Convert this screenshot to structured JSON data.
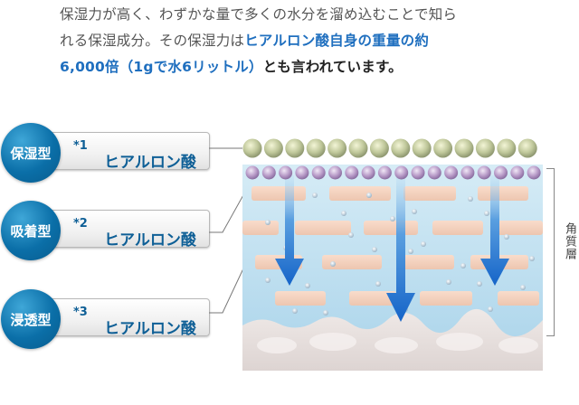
{
  "intro": {
    "line1": "保湿力が高く、わずかな量で多くの水分を溜め込むことで知ら",
    "line2a": "れる保湿成分。その保湿力は",
    "line2b": "ヒアルロン酸自身の重量の約",
    "line3a": "6,000倍（1gで水6リットル）",
    "line3b": "とも言われています。"
  },
  "types": [
    {
      "badge": "保湿型",
      "name": "ヒアルロン酸",
      "note": "*1"
    },
    {
      "badge": "吸着型",
      "name": "ヒアルロン酸",
      "note": "*2"
    },
    {
      "badge": "浸透型",
      "name": "ヒアルロン酸",
      "note": "*3"
    }
  ],
  "layer_label": "角質層",
  "colors": {
    "accent": "#1f6fbf",
    "badge": "#0b6fa8",
    "arrow": "#1a6fd0"
  }
}
